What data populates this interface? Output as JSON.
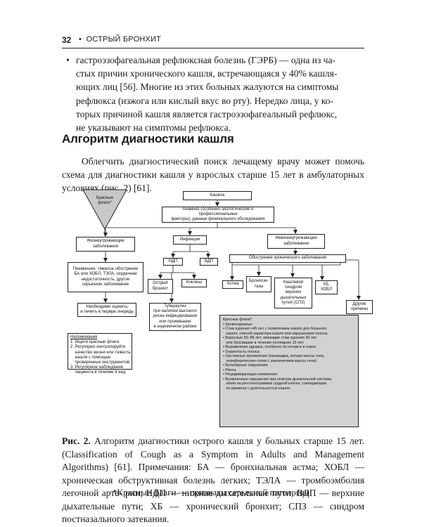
{
  "header": {
    "page_number": "32",
    "running_title": "ОСТРЫЙ БРОНХИТ",
    "bullet": "•"
  },
  "bullet_item": {
    "bullet": "•",
    "lines": [
      "гастроэзофагеальная рефлюксная болезнь (ГЭРБ) — одна из ча-",
      "стых причин хронического кашля, встречающаяся у 40% кашля-",
      "ющих лиц [56]. Многие из этих больных жалуются на симптомы",
      "рефлюкса (изжога или кислый вкус во рту). Нередко лица, у ко-",
      "торых причиной кашля является гастроэзофагеальный рефлюкс,",
      "не указывают на симптомы рефлюкса."
    ]
  },
  "section": {
    "heading": "Алгоритм диагностики кашля",
    "intro_lines": [
      "Облегчить диагностический поиск лечащему врачу может помочь",
      "схема для диагностики кашля у взрослых старше 15 лет в амбулаторных",
      "условиях (рис. 2) [61]."
    ]
  },
  "diagram": {
    "red_flags_triangle": [
      "Красные",
      "флаги*"
    ],
    "cough": "Кашель",
    "anamnesis": [
      "Анамнез (особенно экологические и профессиональные",
      "факторы), данные физикального обследования"
    ],
    "life_threatening": [
      "Жизнеугрожающие",
      "заболевания"
    ],
    "infections": "Инфекции",
    "non_life_threatening": [
      "Нежизнеугрожающие",
      "заболевания"
    ],
    "lrt": "НДП",
    "urt": "ВДП",
    "chronic_exacerbation": "Обострение хронического заболевания",
    "pneumonia_box": [
      "Пневмония, тяжелое обострение",
      "БА или ХОБЛ, ТЭЛА, сердечная",
      "недостаточность, другое",
      "серьезное заболевание"
    ],
    "acute_bronchitis": [
      "Острый",
      "бронхит"
    ],
    "pertussis": "Коклюш",
    "asthma": "Астма",
    "bronchiectasis": [
      "Бронхоэк-",
      "тазы"
    ],
    "postnasal": [
      "Кашлевой",
      "синдром",
      "верхних",
      "дыхательных",
      "путей (СПЗ)"
    ],
    "chronic_bronchitis": [
      "ХБ,",
      "ХОБЛ"
    ],
    "other_causes": [
      "Другие",
      "причины"
    ],
    "urgent_assess": [
      "Необходимо оценить",
      "и лечить в первую очередь"
    ],
    "tuberculosis": [
      "Туберкулез",
      "при наличии высокого",
      "риска инфицирования",
      "или проживание",
      "в эндемичном районе"
    ],
    "reminders": {
      "title": "Напоминания",
      "lines": [
        "1. Ищите красные флаги.",
        "2. Регулярно контролируйте",
        "    качество жизни или тяжесть",
        "    кашля с помощью",
        "    проверенных инструментов.",
        "3. Регулярное наблюдение",
        "    пациента в течение 4 нед"
      ]
    },
    "red_flags_box": {
      "title": "Красные флаги*:",
      "lines": [
        "• Кровохарканье.",
        "• Стаж курения >45 лет с появлением нового для больного",
        "   кашля, сменой характера кашля или нарушением голоса.",
        "• Взрослые 50–85 лет, имеющие стаж курения 30 лет",
        "   или бросившие в течение последних 15 лет.",
        "• Выраженная одышка, особенно по ночам и в покое.",
        "• Охриплость голоса.",
        "• Системные проявления (лихорадка, потеря массы тела,",
        "   периферические отеки с увеличением массы тела).",
        "• Бульбарные нарушения.",
        "• Рвота.",
        "• Рецидивирующая пневмония.",
        "• Выявленные нарушения при осмотре дыхательной системы",
        "   и/или на рентгенограммах грудной клетки, совпадающие",
        "   по времени с длительностью кашля."
      ]
    }
  },
  "caption": {
    "label": "Рис. 2.",
    "lines": [
      " Алгоритм диагностики острого кашля у больных старше 15 лет.",
      "(Classification of Cough as a Symptom in Adults and Management Algorithms)",
      "[61]. Примечания: БА — бронхиальная астма; ХОБЛ — хроническая",
      "обструктивная болезнь легких; ТЭЛА — тромбоэмболия легочной арте-",
      "рии; НДП — нижние дыхательные пути; ВДП — верхние дыхательные пути;",
      "ХБ — хронический бронхит; СПЗ — синдром постназального затекания."
    ],
    "footnote": "*Красные флаги — признаки серьезной патологии"
  }
}
